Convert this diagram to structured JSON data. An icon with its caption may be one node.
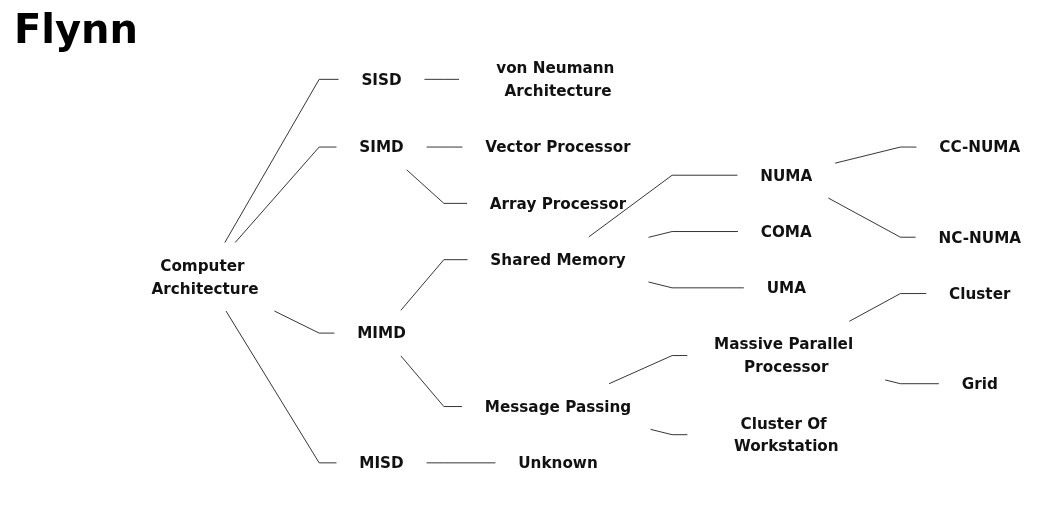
{
  "diagram": {
    "title": "Flynn",
    "nodes": [
      {
        "text": [
          "Computer Architecture"
        ]
      },
      {
        "text": [
          "SISD"
        ]
      },
      {
        "text": [
          "von Neumann Architecture"
        ]
      },
      {
        "text": [
          "SIMD"
        ]
      },
      {
        "text": [
          "Vector Processor"
        ]
      },
      {
        "text": [
          "Array Processor"
        ]
      },
      {
        "text": [
          "MIMD"
        ]
      },
      {
        "text": [
          "Shared Memory"
        ]
      },
      {
        "text": [
          "NUMA"
        ]
      },
      {
        "text": [
          "CC-NUMA"
        ]
      },
      {
        "text": [
          "NC-NUMA"
        ]
      },
      {
        "text": [
          "COMA"
        ]
      },
      {
        "text": [
          "UMA"
        ]
      },
      {
        "text": [
          "Message Passing"
        ]
      },
      {
        "text": [
          "Massive Parallel Processor"
        ]
      },
      {
        "text": [
          "Cluster"
        ]
      },
      {
        "text": [
          "Grid"
        ]
      },
      {
        "text": [
          "Cluster Of Workstation"
        ]
      },
      {
        "text": [
          "MISD"
        ]
      },
      {
        "text": [
          "Unknown"
        ]
      }
    ],
    "edges": [
      {
        "from": 0,
        "to": 1,
        "arrow": "none"
      },
      {
        "from": 1,
        "to": 2,
        "arrow": "none"
      },
      {
        "from": 0,
        "to": 3,
        "arrow": "none"
      },
      {
        "from": 3,
        "to": 4,
        "arrow": "none"
      },
      {
        "from": 3,
        "to": 5,
        "arrow": "none"
      },
      {
        "from": 0,
        "to": 6,
        "arrow": "none"
      },
      {
        "from": 6,
        "to": 7,
        "arrow": "none"
      },
      {
        "from": 7,
        "to": 8,
        "arrow": "none"
      },
      {
        "from": 8,
        "to": 9,
        "arrow": "none"
      },
      {
        "from": 8,
        "to": 10,
        "arrow": "none"
      },
      {
        "from": 7,
        "to": 11,
        "arrow": "none"
      },
      {
        "from": 7,
        "to": 12,
        "arrow": "none"
      },
      {
        "from": 6,
        "to": 13,
        "arrow": "none"
      },
      {
        "from": 13,
        "to": 14,
        "arrow": "none"
      },
      {
        "from": 14,
        "to": 15,
        "arrow": "none"
      },
      {
        "from": 14,
        "to": 16,
        "arrow": "none"
      },
      {
        "from": 13,
        "to": 17,
        "arrow": "none"
      },
      {
        "from": 0,
        "to": 18,
        "arrow": "none"
      },
      {
        "from": 18,
        "to": 19,
        "arrow": "none"
      }
    ]
  }
}
